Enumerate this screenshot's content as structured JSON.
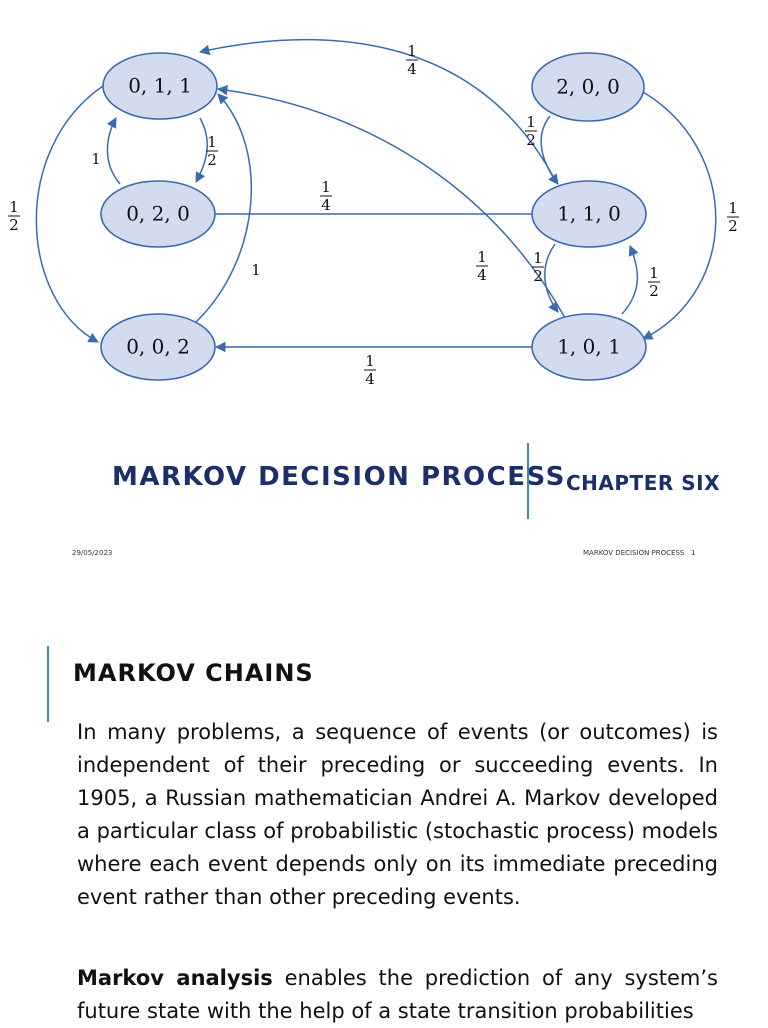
{
  "slide1": {
    "states": [
      "0, 1, 1",
      "0, 2, 0",
      "0, 0, 2",
      "2, 0, 0",
      "1, 1, 0",
      "1, 0, 1"
    ],
    "edge_labels": {
      "one": "1",
      "half_num": "1",
      "half_den": "2",
      "quarter_num": "1",
      "quarter_den": "4"
    },
    "title": "MARKOV DECISION PROCESS",
    "subtitle": "CHAPTER SIX",
    "footer_date": "29/05/2023",
    "footer_title": "MARKOV DECISION PROCESS",
    "footer_page": "1"
  },
  "slide2": {
    "heading": "MARKOV CHAINS",
    "para1": "In many problems, a sequence of events (or outcomes) is independent of their preceding or succeeding events. In 1905, a Russian mathematician Andrei A. Markov developed a particular class of probabilistic (stochastic process) models where each event depends only on its immediate preceding event rather than other preceding events.",
    "para2_bold": "Markov analysis",
    "para2_rest": " enables the prediction of any system’s future state with the help of a state transition probabilities"
  }
}
